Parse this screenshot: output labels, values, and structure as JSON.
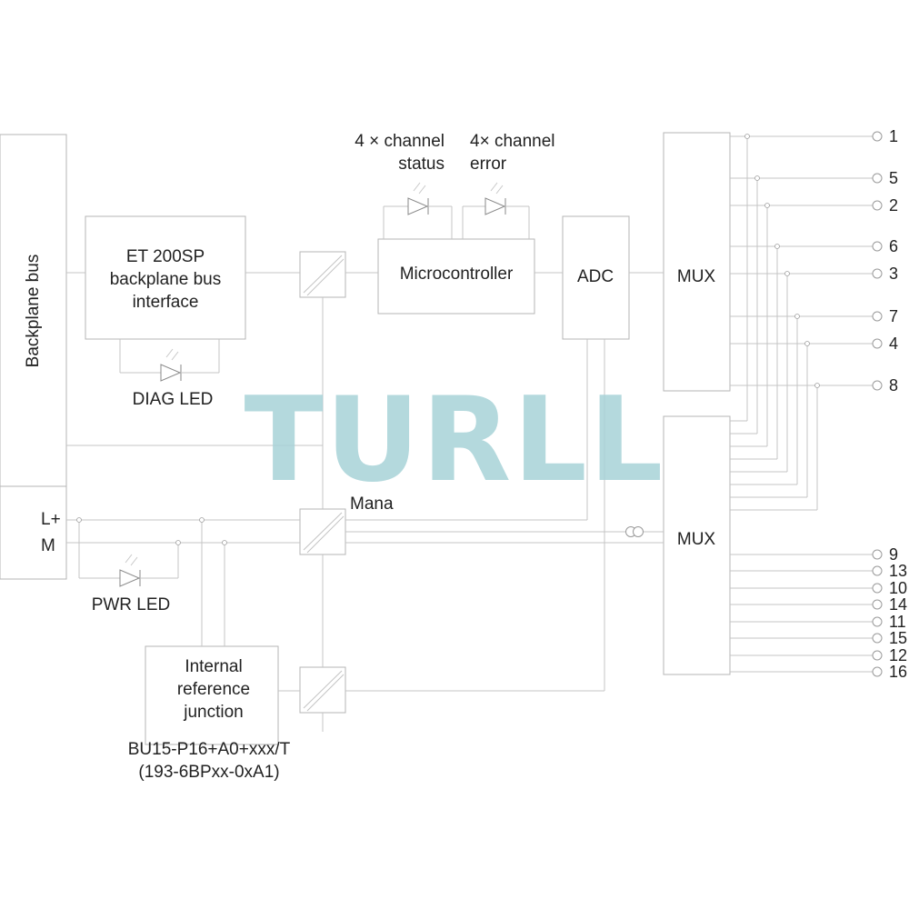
{
  "labels": {
    "backplane_bus": "Backplane bus",
    "bus_interface": [
      "ET 200SP",
      "backplane bus",
      "interface"
    ],
    "channel_status": [
      "4 × channel",
      "status"
    ],
    "channel_error": [
      "4× channel",
      "error"
    ],
    "microcontroller": "Microcontroller",
    "adc": "ADC",
    "mux_top": "MUX",
    "mux_bottom": "MUX",
    "diag_led": "DIAG LED",
    "pwr_led": "PWR LED",
    "l_plus": "L+",
    "m": "M",
    "mana": "Mana",
    "internal_ref": [
      "Internal",
      "reference",
      "junction"
    ],
    "base_unit": [
      "BU15-P16+A0+xxx/T",
      "(193-6BPxx-0xA1)"
    ]
  },
  "terminals_top": [
    "1",
    "5",
    "2",
    "6",
    "3",
    "7",
    "4",
    "8"
  ],
  "terminals_bottom": [
    "9",
    "13",
    "10",
    "14",
    "11",
    "15",
    "12",
    "16"
  ],
  "watermark": "TURLL",
  "colors": {
    "lines": "#c4c4c4",
    "box_border": "#b5b5b5",
    "watermark": "#a8d3d8",
    "text": "#222222"
  }
}
